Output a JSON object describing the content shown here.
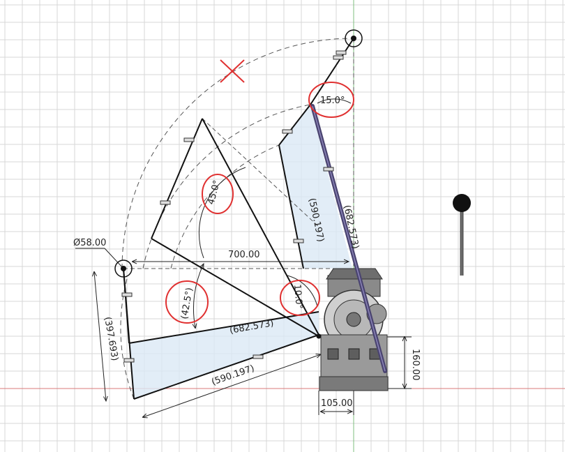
{
  "sketch": {
    "dimensions": {
      "diameter": "Ø58.00",
      "horizontal_length": "700.00",
      "arm_length_upper": "(590.197)",
      "arm_length_lower": "(590.197)",
      "arm_length_ref": "(682.573)",
      "small_offset": "(397.693)",
      "height": "160.00",
      "width": "105.00",
      "hidden_length": "(682.573)"
    },
    "angles": {
      "top": "15.0°",
      "middle": "45.0°",
      "left": "(42.5°)",
      "small": "10.0°"
    },
    "colors": {
      "grid": "#d7d7d7",
      "axis_red": "#d87a7a",
      "axis_green": "#7fbf7f",
      "sketch_line": "#111111",
      "construction": "#555555",
      "highlight_circle": "#e03030",
      "profile_fill": "#dbe8f5",
      "selected_arm": "#4a4470"
    },
    "icons": [
      "center-point-icon",
      "constraint-icon",
      "delete-marker-icon",
      "joystick-icon"
    ]
  }
}
